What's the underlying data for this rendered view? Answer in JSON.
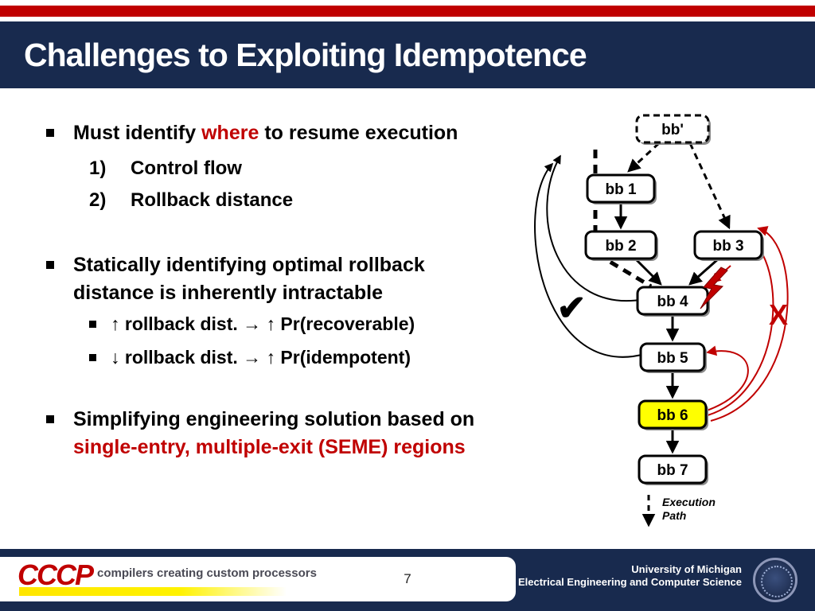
{
  "title": "Challenges to Exploiting Idempotence",
  "content": {
    "bullet1": {
      "pre": "Must identify ",
      "highlight": "where",
      "post": " to resume execution"
    },
    "numbered": [
      {
        "num": "1)",
        "text": "Control flow"
      },
      {
        "num": "2)",
        "text": "Rollback distance"
      }
    ],
    "bullet2": "Statically identifying optimal rollback distance is inherently intractable",
    "sub_bullets": [
      "↑ rollback dist. → ↑ Pr(recoverable)",
      "↓ rollback dist. → ↑ Pr(idempotent)"
    ],
    "bullet3": {
      "pre": "Simplifying engineering solution based on ",
      "highlight": "single-entry, multiple-exit (SEME) regions"
    }
  },
  "diagram": {
    "nodes": {
      "bbp": "bb'",
      "bb1": "bb 1",
      "bb2": "bb 2",
      "bb3": "bb 3",
      "bb4": "bb 4",
      "bb5": "bb 5",
      "bb6": "bb 6",
      "bb7": "bb 7"
    },
    "check_mark": "✔",
    "x_mark": "X",
    "execution_path": {
      "line1": "Execution",
      "line2": "Path"
    }
  },
  "footer": {
    "logo": "CCCP",
    "tagline": "compilers creating custom processors",
    "page_number": "7",
    "affiliation_line1": "University of Michigan",
    "affiliation_line2": "Electrical Engineering and Computer Science"
  },
  "colors": {
    "navy": "#182a4e",
    "red": "#c00000",
    "node_highlight": "#ffff00"
  }
}
